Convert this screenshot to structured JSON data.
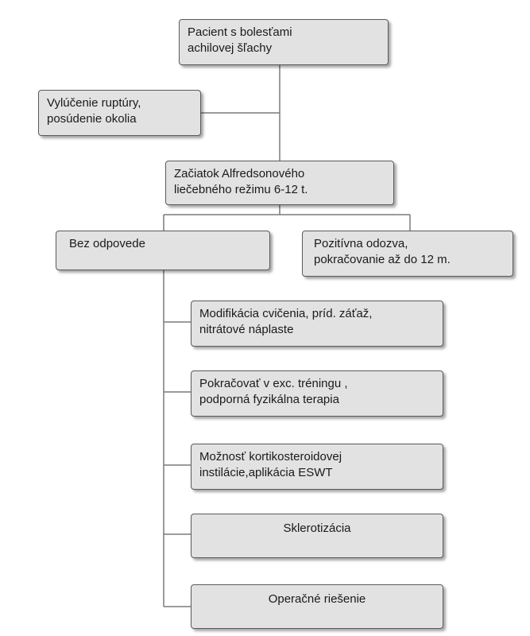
{
  "nodes": {
    "patient": "Pacient s bolesťami\nachilovej šľachy",
    "exclusion": "Vylúčenie ruptúry,\nposúdenie okolia",
    "start": "Začiatok Alfredsonového\nliečebného režimu 6-12 t.",
    "no_response": "Bez odpovede",
    "positive": "Pozitívna odozva,\npokračovanie až do 12 m.",
    "modification": "Modifikácia cvičenia, príd. záťaž,\nnitrátové náplaste",
    "continue": "Pokračovať v exc. tréningu ,\npodporná fyzikálna terapia",
    "cortico": "Možnosť kortikosteroidovej\ninstilácie,aplikácia ESWT",
    "sclero": "Sklerotizácia",
    "surgery": "Operačné riešenie"
  }
}
